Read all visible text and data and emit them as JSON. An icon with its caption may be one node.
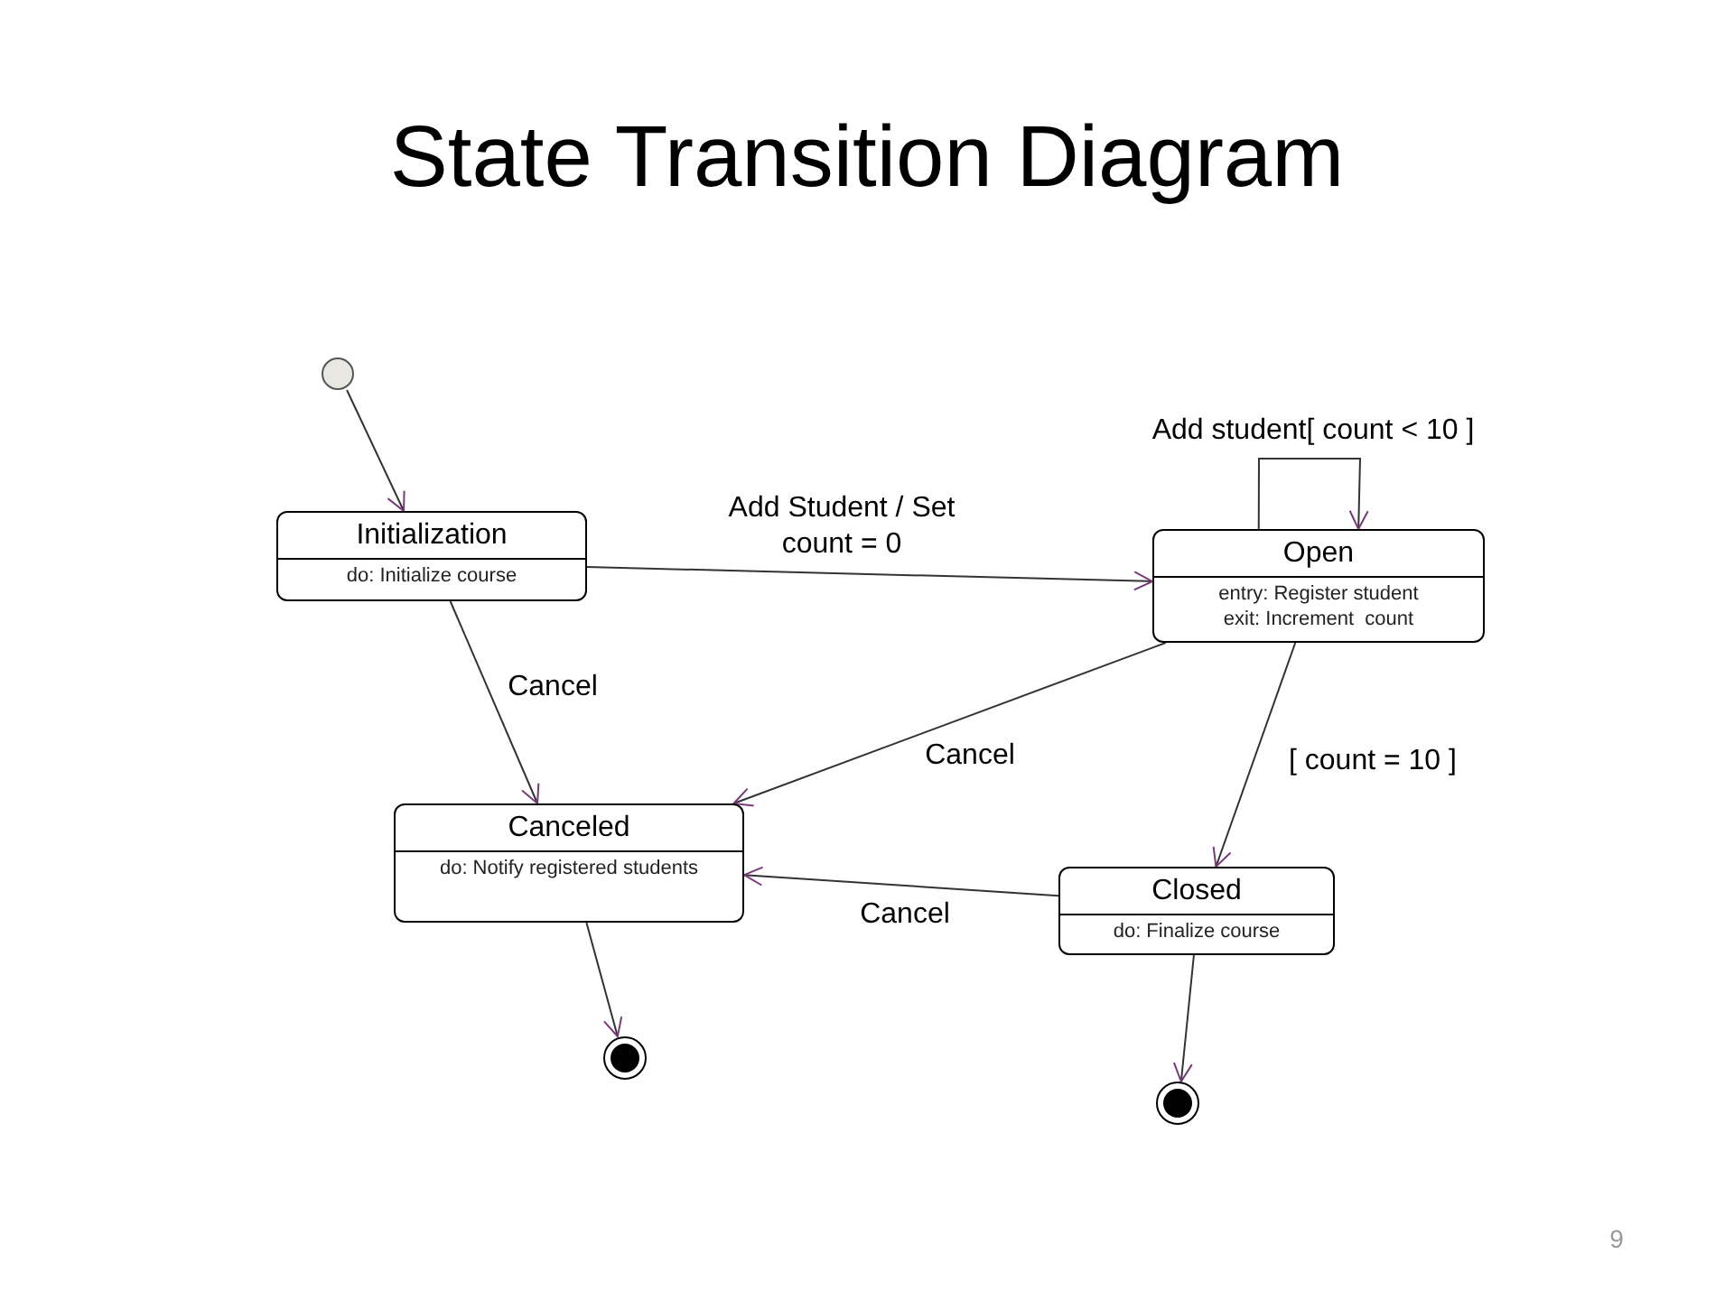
{
  "diagram": {
    "title": "State Transition Diagram",
    "nodes": [
      {
        "text": [],
        "shape": "circle"
      },
      {
        "text": [
          "Initialization",
          "do: Initialize course"
        ]
      },
      {
        "text": [
          "Open",
          "entry: Register student",
          "exit: Increment  count"
        ]
      },
      {
        "text": [
          "Canceled",
          "do: Notify registered students"
        ]
      },
      {
        "text": [
          "Closed",
          "do: Finalize course"
        ]
      },
      {
        "text": [],
        "shape": "circle"
      },
      {
        "text": [],
        "shape": "circle"
      }
    ],
    "edges": [
      {
        "from": 0,
        "to": 1,
        "arrow": "to"
      },
      {
        "from": 1,
        "to": 2,
        "arrow": "to",
        "label": "Add Student / Set count = 0"
      },
      {
        "from": 2,
        "to": 2,
        "arrow": "to",
        "label": "Add student[ count < 10 ]"
      },
      {
        "from": 1,
        "to": 3,
        "arrow": "to",
        "label": "Cancel"
      },
      {
        "from": 2,
        "to": 3,
        "arrow": "to",
        "label": "Cancel"
      },
      {
        "from": 2,
        "to": 4,
        "arrow": "to",
        "label": "[ count = 10 ]"
      },
      {
        "from": 4,
        "to": 3,
        "arrow": "to",
        "label": "Cancel"
      },
      {
        "from": 3,
        "to": 5,
        "arrow": "to"
      },
      {
        "from": 4,
        "to": 6,
        "arrow": "to"
      }
    ],
    "labels": [
      "9"
    ]
  }
}
